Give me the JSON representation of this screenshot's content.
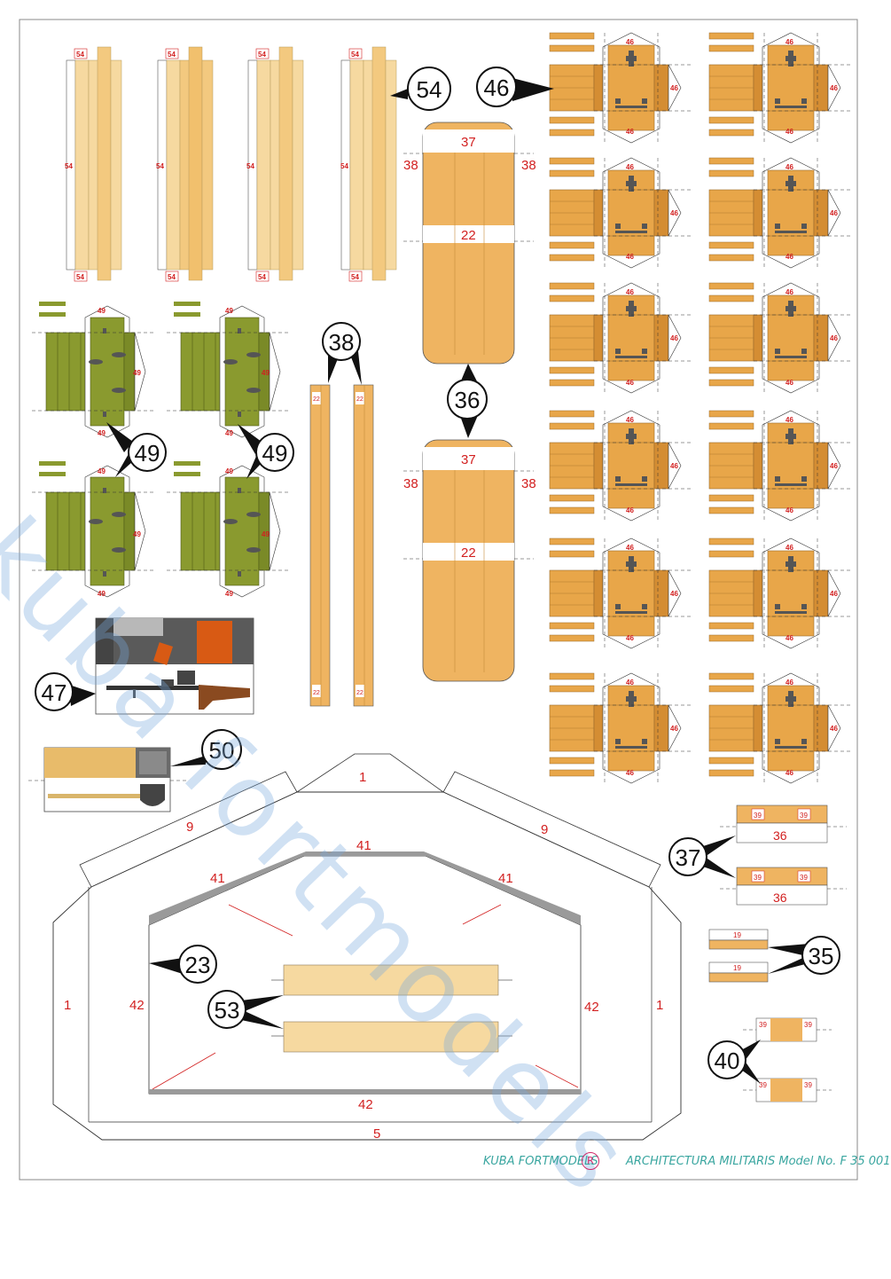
{
  "watermark": "kuba fortmodels",
  "footer": {
    "brand": "KUBA FORTMODELS",
    "logo": "R",
    "model": "ARCHITECTURA MILITARIS Model No. F 35 001"
  },
  "callouts": {
    "c54": "54",
    "c46": "46",
    "c38": "38",
    "c36": "36",
    "c49a": "49",
    "c49b": "49",
    "c47": "47",
    "c50": "50",
    "c37": "37",
    "c35": "35",
    "c23": "23",
    "c53": "53",
    "c40": "40"
  },
  "labels": {
    "p54": "54",
    "p46": "46",
    "p37": "37",
    "p38": "38",
    "p22": "22",
    "p49": "49",
    "p39": "39",
    "p36": "36",
    "p19": "19",
    "p1": "1",
    "p9": "9",
    "p41": "41",
    "p42": "42",
    "p5": "5"
  },
  "colors": {
    "plank_light": "#f6d9a0",
    "plank_mid": "#f3c97f",
    "table_top": "#efb461",
    "crate": "#e8a649",
    "crate_dark": "#d48d33",
    "bench_green": "#8a9a2f",
    "bench_green_dark": "#6f7d22",
    "label_red": "#d22020",
    "gray_edge": "#9a9a9a",
    "footer_teal": "#3aa6a0"
  }
}
